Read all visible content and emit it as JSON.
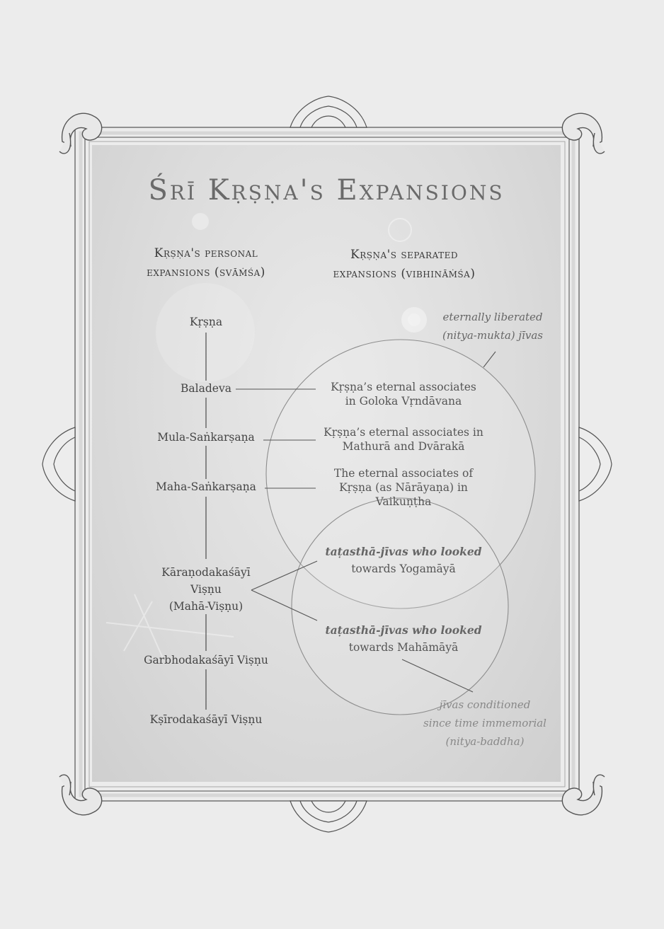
{
  "title": "Śrī Kṛṣṇa's Expansions",
  "columns": {
    "left_line1": "Kṛṣṇa's personal",
    "left_line2": "expansions (svāṁśa)",
    "right_line1": "Kṛṣṇa's separated",
    "right_line2": "expansions  (vibhināṁśa)"
  },
  "personal": {
    "krsna": "Kṛṣṇa",
    "baladeva": "Baladeva",
    "mula": "Mula-Saṅkarṣaṇa",
    "maha": "Maha-Saṅkarṣaṇa",
    "karana_1": "Kāraṇodakaśāyī",
    "karana_2": "Viṣṇu",
    "karana_3": "(Mahā-Viṣṇu)",
    "garbha": "Garbhodakaśāyī Viṣṇu",
    "ksiro": "Kṣīrodakaśāyī Viṣṇu"
  },
  "separated": {
    "goloka_1": "Kṛṣṇa’s eternal associates",
    "goloka_2": "in Goloka Vṛndāvana",
    "mathura_1": "Kṛṣṇa’s eternal associates in",
    "mathura_2": "Mathurā and Dvārakā",
    "vaikuntha_1": "The eternal associates of",
    "vaikuntha_2": "Kṛṣṇa (as Nārāyaṇa) in",
    "vaikuntha_3": "Vaikuṇṭha",
    "yoga_1": "taṭasthā-jīvas who looked",
    "yoga_2": "towards Yogamāyā",
    "maha_1": "taṭasthā-jīvas who looked",
    "maha_2": "towards Mahāmāyā"
  },
  "annotations": {
    "liberated_1": "eternally liberated",
    "liberated_2": "(nitya-mukta) jīvas",
    "conditioned_1": "jīvas conditioned",
    "conditioned_2": "since time immemorial",
    "conditioned_3": "(nitya-baddha)"
  }
}
